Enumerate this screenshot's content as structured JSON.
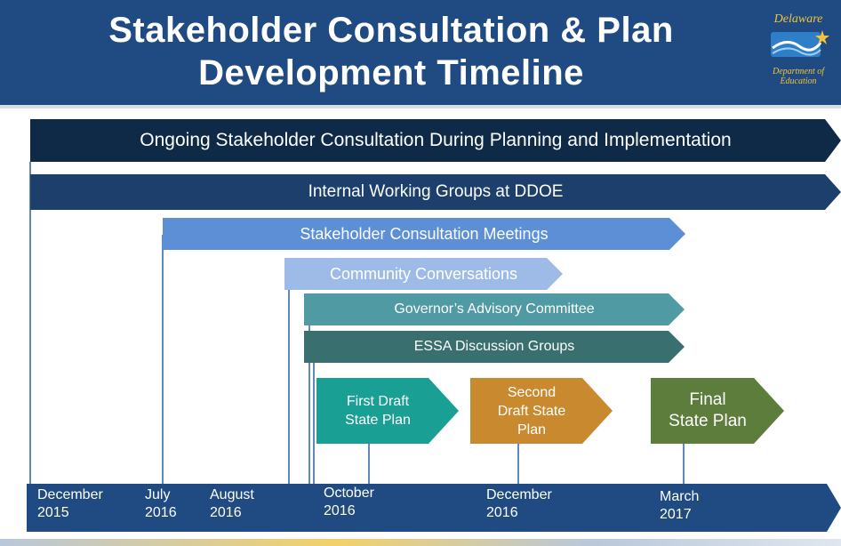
{
  "header": {
    "title": "Stakeholder Consultation & Plan Development Timeline",
    "logo_name": "Delaware",
    "logo_sub": "Department of Education"
  },
  "bars": {
    "ongoing": "Ongoing Stakeholder Consultation During Planning and Implementation",
    "internal": "Internal Working Groups at DDOE",
    "stakeholder_meetings": "Stakeholder Consultation Meetings",
    "community": "Community Conversations",
    "governor": "Governor’s Advisory Committee",
    "essa": "ESSA Discussion Groups"
  },
  "milestones": {
    "first": "First Draft\nState Plan",
    "second": "Second\nDraft State\nPlan",
    "final": "Final\nState Plan"
  },
  "timeline": {
    "dates": [
      {
        "month": "December",
        "year": "2015"
      },
      {
        "month": "July",
        "year": "2016"
      },
      {
        "month": "August",
        "year": "2016"
      },
      {
        "month": "October",
        "year": "2016"
      },
      {
        "month": "December",
        "year": "2016"
      },
      {
        "month": "March",
        "year": "2017"
      }
    ]
  },
  "colors": {
    "header": "#1f4a82",
    "ongoing": "#0e2a47",
    "internal": "#1c3f6b",
    "stakeholder_meetings": "#5c8fd6",
    "community": "#9dbbe6",
    "governor": "#4f9aa3",
    "essa": "#3a6f70",
    "first": "#1a9f95",
    "second": "#c98a2f",
    "final": "#5d7d3c"
  }
}
